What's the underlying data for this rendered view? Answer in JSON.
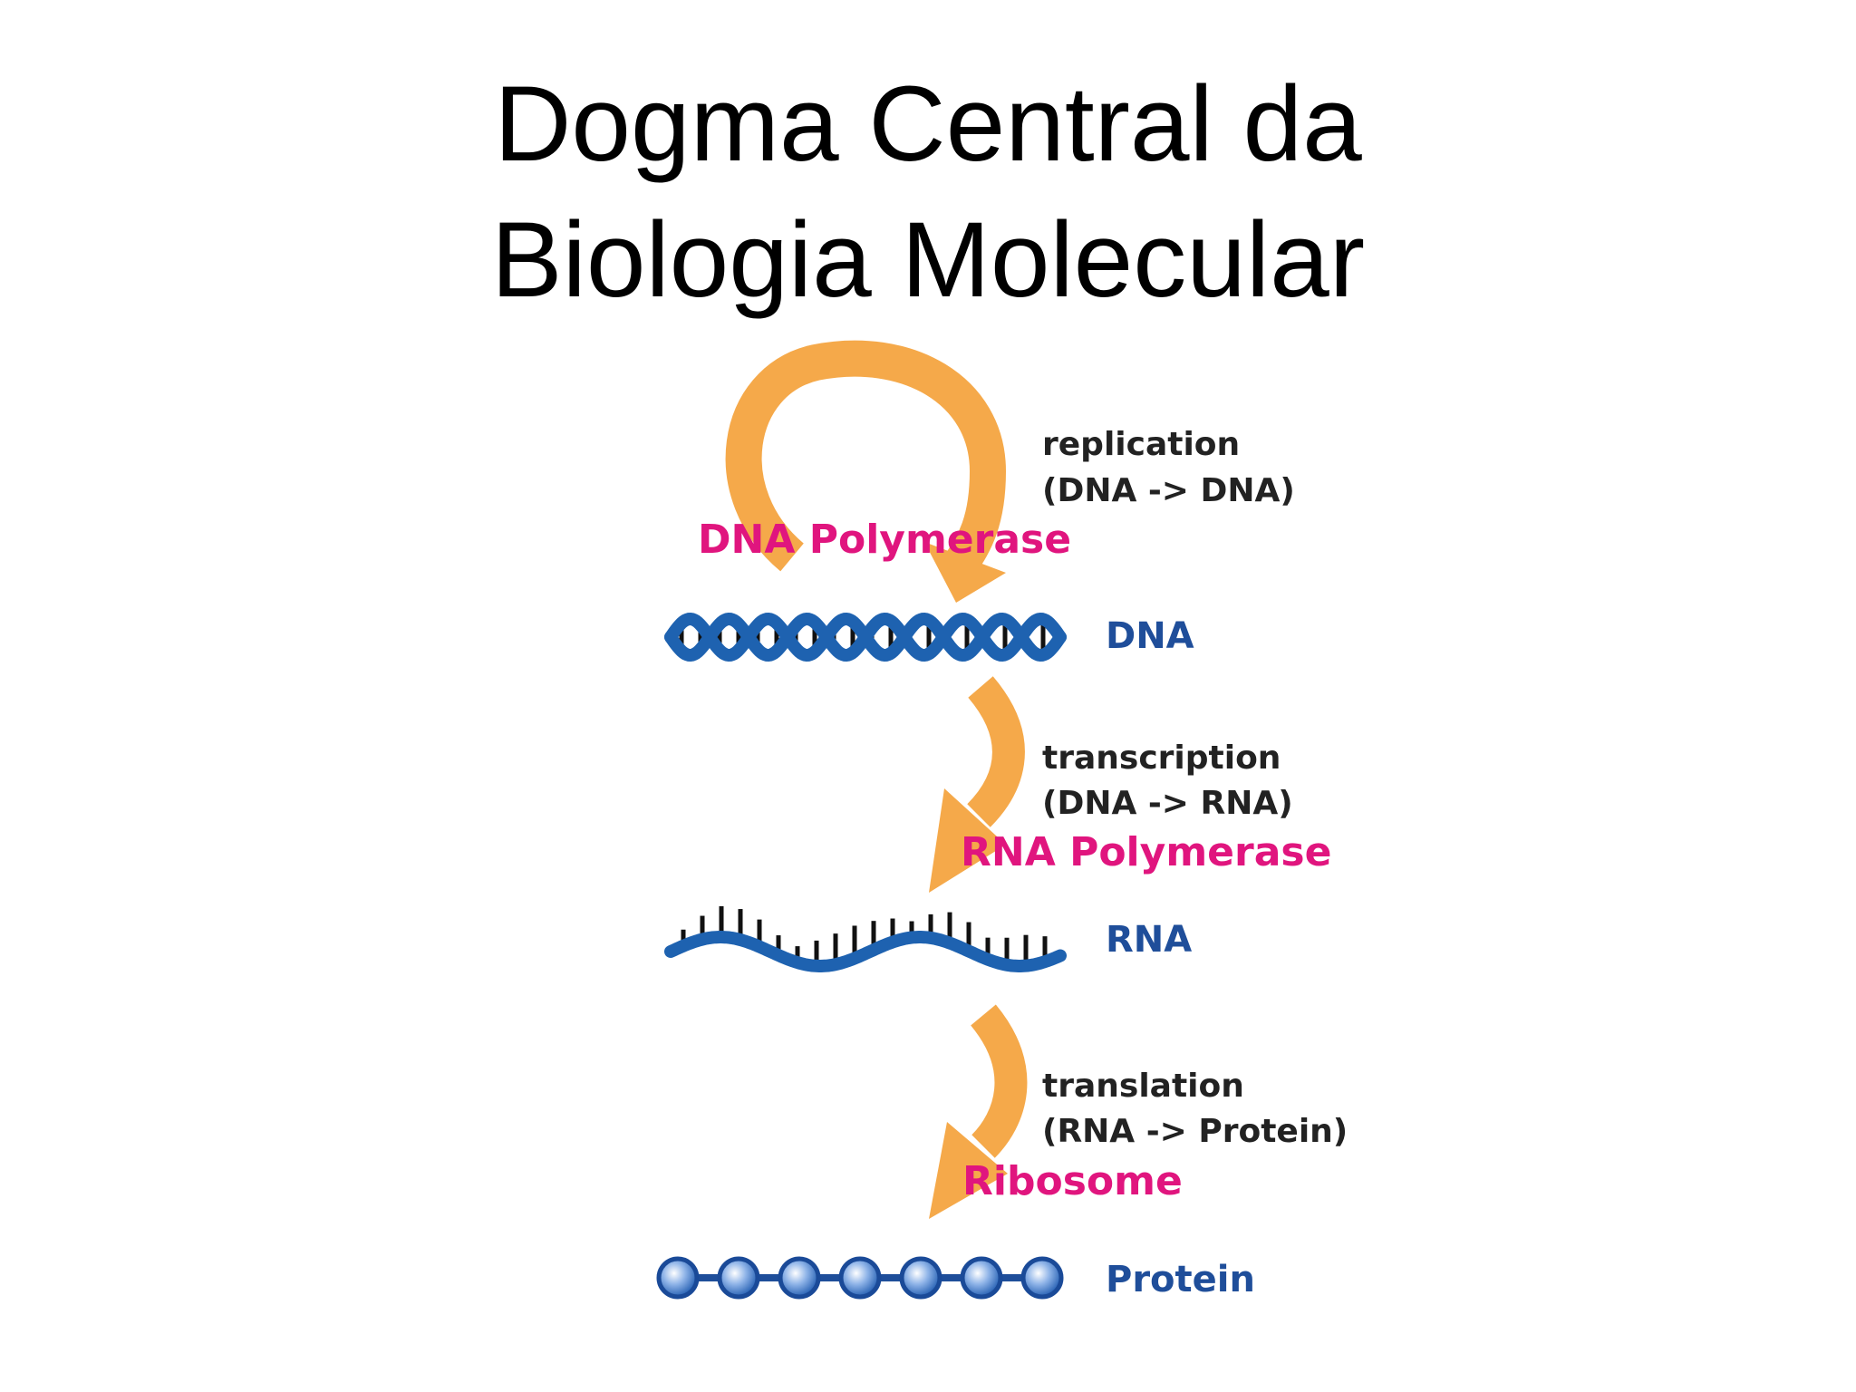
{
  "slide": {
    "title_line1": "Dogma Central da",
    "title_line2": "Biologia Molecular"
  },
  "diagram": {
    "colors": {
      "arrow": "#F5A94A",
      "molecule": "#1E62B0",
      "bases": "#111111",
      "enzyme": "#E0157E",
      "process_text": "#222222",
      "molecule_text": "#1F4E9A"
    },
    "replication": {
      "process": "replication",
      "direction": "(DNA -> DNA)",
      "enzyme": "DNA Polymerase"
    },
    "transcription": {
      "process": "transcription",
      "direction": "(DNA -> RNA)",
      "enzyme": "RNA Polymerase"
    },
    "translation": {
      "process": "translation",
      "direction": "(RNA -> Protein)",
      "enzyme": "Ribosome"
    },
    "molecules": {
      "dna": "DNA",
      "rna": "RNA",
      "protein": "Protein"
    }
  }
}
